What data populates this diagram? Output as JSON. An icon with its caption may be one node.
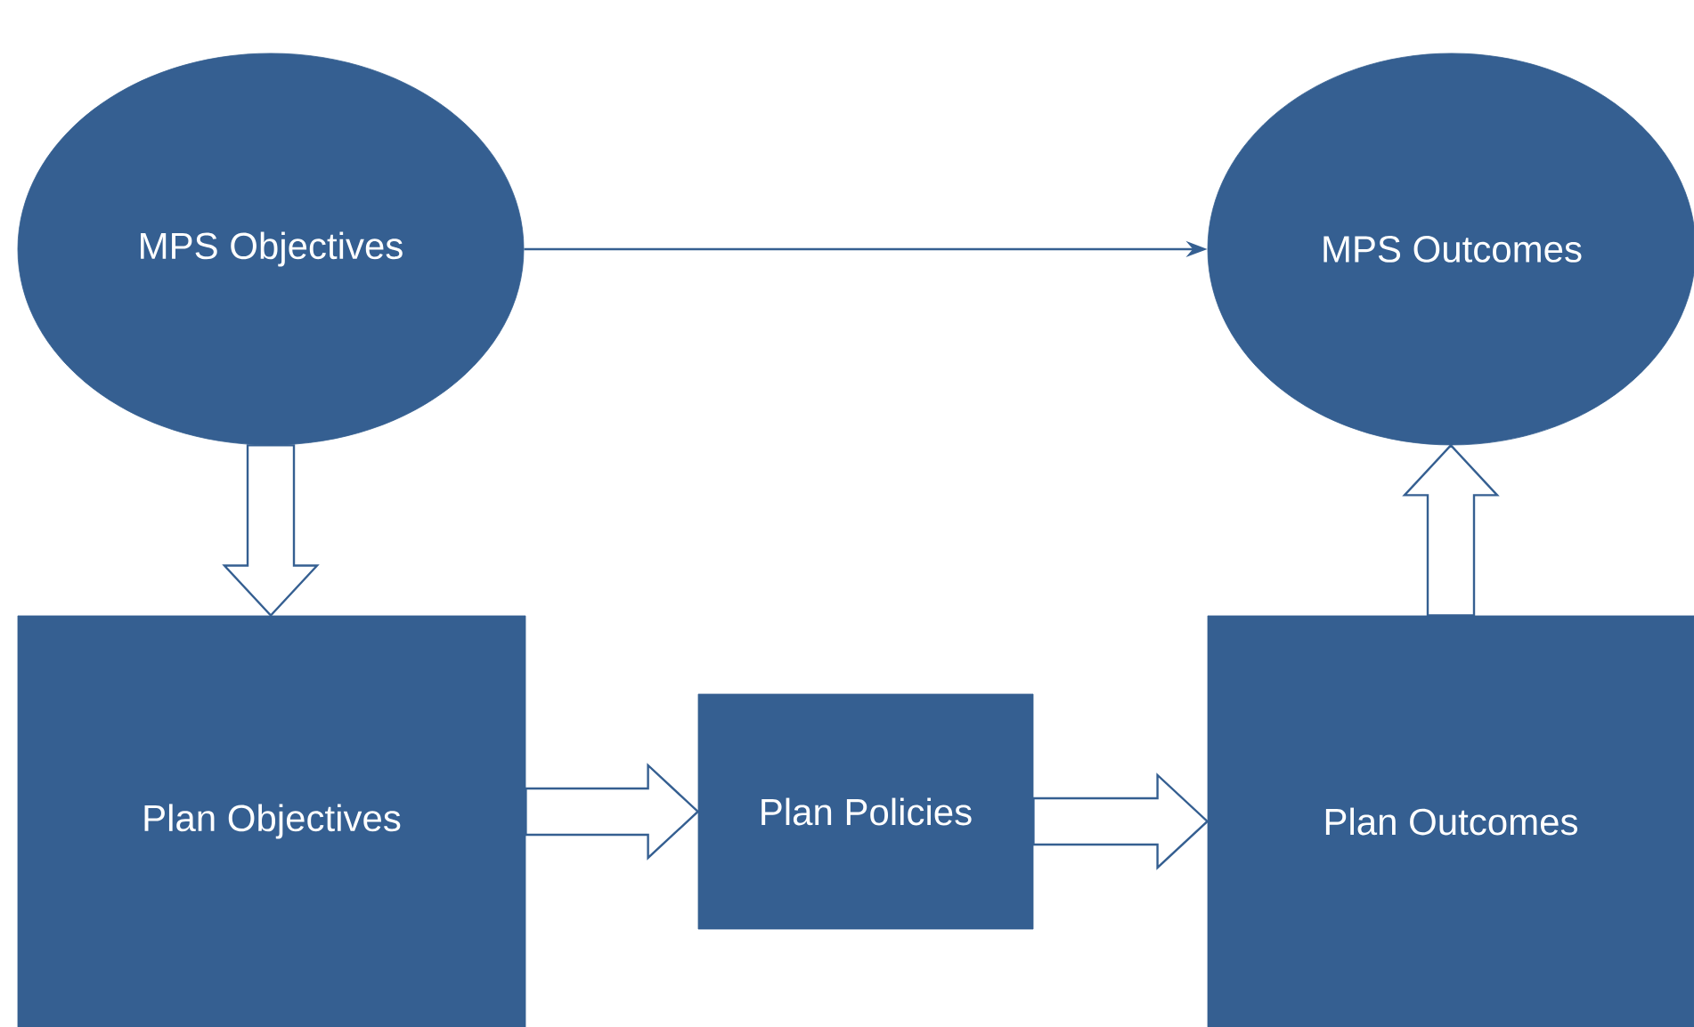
{
  "diagram": {
    "nodes": [
      {
        "text": [
          "MPS Objectives"
        ]
      },
      {
        "text": [
          "MPS Outcomes"
        ]
      },
      {
        "text": [
          "Plan Objectives"
        ]
      },
      {
        "text": [
          "Plan Policies"
        ]
      },
      {
        "text": [
          "Plan Outcomes"
        ]
      }
    ],
    "edges": [
      {
        "from": 0,
        "to": 1,
        "arrow": "to"
      },
      {
        "from": 0,
        "to": 2,
        "arrow": "to",
        "style": "thick"
      },
      {
        "from": 2,
        "to": 3,
        "arrow": "to",
        "style": "thick"
      },
      {
        "from": 3,
        "to": 4,
        "arrow": "to",
        "style": "thick"
      },
      {
        "from": 4,
        "to": 1,
        "arrow": "to",
        "style": "thick"
      }
    ]
  }
}
